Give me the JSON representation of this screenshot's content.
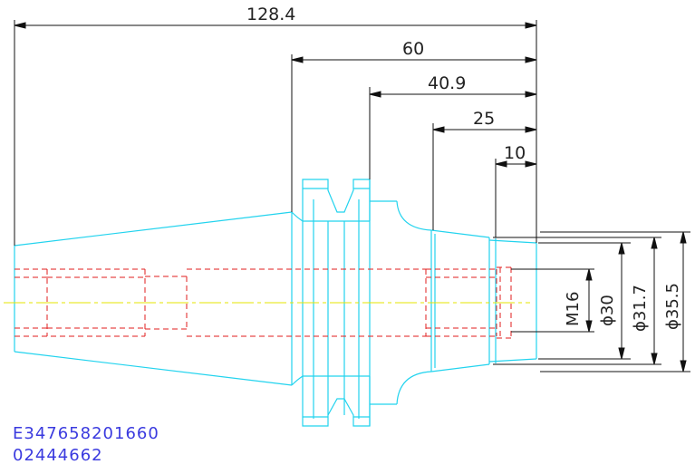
{
  "drawing": {
    "dimensions": {
      "overall_length": "128.4",
      "flange_length": "60",
      "length_40_9": "40.9",
      "length_25": "25",
      "length_10": "10",
      "thread": "M16",
      "diameter_30": "ϕ30",
      "diameter_31_7": "ϕ31.7",
      "diameter_35_5": "ϕ35.5"
    },
    "part_codes": [
      "E347658201660",
      "02444662"
    ],
    "colors": {
      "outline": "#22d3ee",
      "hidden": "#e11d1d",
      "centerline": "#e6e600",
      "dimension": "#111111",
      "code_text": "#3a3adf"
    }
  }
}
